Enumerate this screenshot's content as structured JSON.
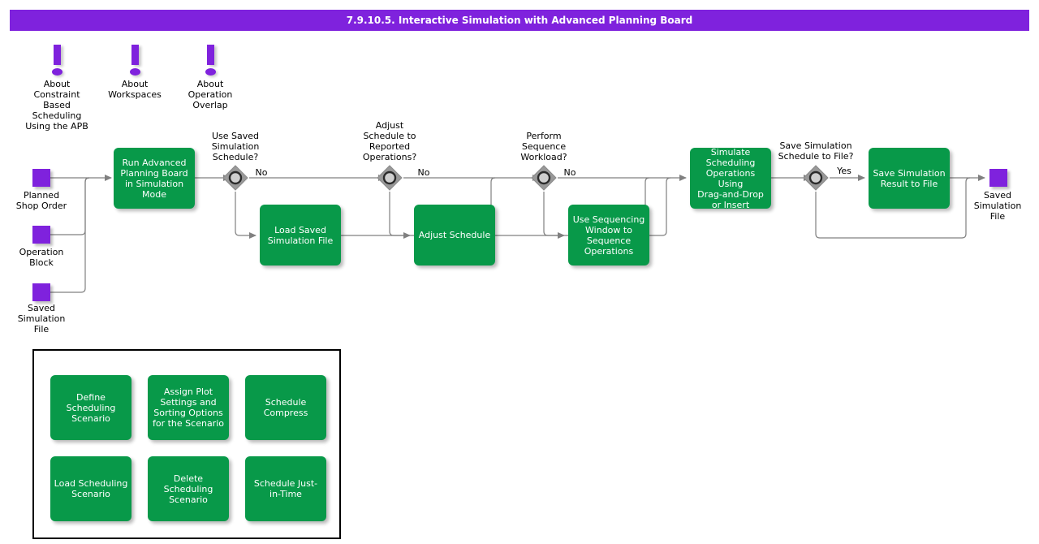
{
  "header": {
    "title": "7.9.10.5. Interactive Simulation with Advanced Planning Board",
    "bar_color": "#7f22dd",
    "text_color": "#ffffff"
  },
  "colors": {
    "process_green": "#089949",
    "data_purple": "#7f22dd",
    "decision_gray": "#999999",
    "line_gray": "#808080",
    "panel_border": "#000000"
  },
  "notes": [
    {
      "id": "about-constraint-based-scheduling",
      "label": "About Constraint\nBased Scheduling\nUsing the APB"
    },
    {
      "id": "about-workspaces",
      "label": "About\nWorkspaces"
    },
    {
      "id": "about-operation-overlap",
      "label": "About\nOperation\nOverlap"
    }
  ],
  "inputs": [
    {
      "id": "planned-shop-order",
      "label": "Planned\nShop Order"
    },
    {
      "id": "operation-block",
      "label": "Operation\nBlock"
    },
    {
      "id": "saved-simulation-file",
      "label": "Saved\nSimulation\nFile"
    }
  ],
  "outputs": [
    {
      "id": "saved-simulation-file-out",
      "label": "Saved\nSimulation\nFile"
    }
  ],
  "processes": [
    {
      "id": "run-advanced-planning-board",
      "label": "Run Advanced\nPlanning Board\nin Simulation\nMode"
    },
    {
      "id": "load-saved-simulation-file",
      "label": "Load Saved\nSimulation File"
    },
    {
      "id": "adjust-schedule",
      "label": "Adjust Schedule"
    },
    {
      "id": "use-sequencing-window",
      "label": "Use Sequencing\nWindow to\nSequence\nOperations"
    },
    {
      "id": "simulate-scheduling-operations",
      "label": "Simulate\nScheduling\nOperations Using\nDrag-and-Drop\nor Insert"
    },
    {
      "id": "save-simulation-result-to-file",
      "label": "Save Simulation\nResult to File"
    }
  ],
  "decisions": [
    {
      "id": "use-saved-simulation-schedule",
      "question": "Use Saved\nSimulation\nSchedule?",
      "branch_label": "No"
    },
    {
      "id": "adjust-schedule-to-reported-operations",
      "question": "Adjust\nSchedule to\nReported\nOperations?",
      "branch_label": "No"
    },
    {
      "id": "perform-sequence-workload",
      "question": "Perform\nSequence\nWorkload?",
      "branch_label": "No"
    },
    {
      "id": "save-simulation-schedule-to-file",
      "question": "Save Simulation\nSchedule to File?",
      "branch_label": "Yes"
    }
  ],
  "panel": {
    "id": "scenario-operations-panel",
    "items": [
      {
        "id": "define-scheduling-scenario",
        "label": "Define\nScheduling\nScenario"
      },
      {
        "id": "assign-plot-settings",
        "label": "Assign Plot\nSettings and\nSorting Options\nfor the Scenario"
      },
      {
        "id": "schedule-compress",
        "label": "Schedule\nCompress"
      },
      {
        "id": "load-scheduling-scenario",
        "label": "Load Scheduling\nScenario"
      },
      {
        "id": "delete-scheduling-scenario",
        "label": "Delete\nScheduling\nScenario"
      },
      {
        "id": "schedule-just-in-time",
        "label": "Schedule Just-\nin-Time"
      }
    ]
  }
}
